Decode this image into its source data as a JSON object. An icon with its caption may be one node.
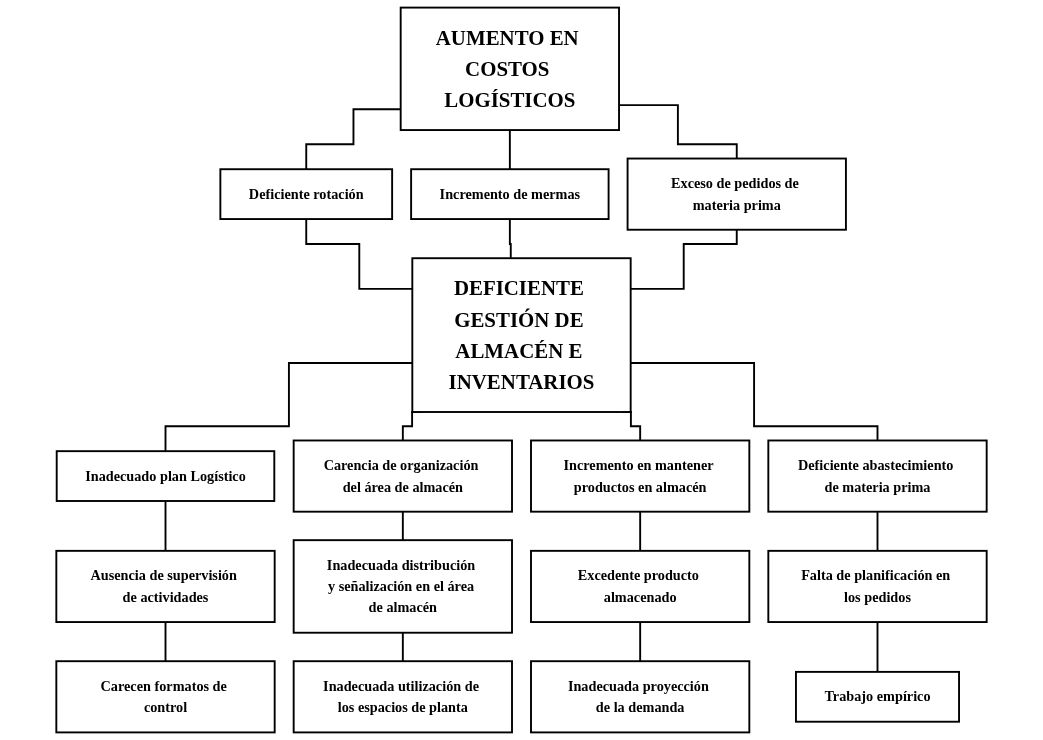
{
  "diagram": {
    "nodes": [
      {
        "text": [
          "AUMENTO EN COSTOS LOGÍSTICOS"
        ]
      },
      {
        "text": [
          "Deficiente rotación"
        ]
      },
      {
        "text": [
          "Incremento de mermas"
        ]
      },
      {
        "text": [
          "Exceso de pedidos de materia prima"
        ]
      },
      {
        "text": [
          "DEFICIENTE GESTIÓN DE ALMACÉN E INVENTARIOS"
        ]
      },
      {
        "text": [
          "Inadecuado plan Logístico"
        ]
      },
      {
        "text": [
          "Carencia de organización del área de almacén"
        ]
      },
      {
        "text": [
          "Incremento en mantener productos en almacén"
        ]
      },
      {
        "text": [
          "Deficiente abastecimiento de materia prima"
        ]
      },
      {
        "text": [
          "Ausencia de supervisión de actividades"
        ]
      },
      {
        "text": [
          "Carecen formatos de control"
        ]
      },
      {
        "text": [
          "Inadecuada distribución y señalización en el área de almacén"
        ]
      },
      {
        "text": [
          "Inadecuada utilización de los espacios de planta"
        ]
      },
      {
        "text": [
          "Excedente producto almacenado"
        ]
      },
      {
        "text": [
          "Inadecuada proyección de la demanda"
        ]
      },
      {
        "text": [
          "Falta de planificación en los pedidos"
        ]
      },
      {
        "text": [
          "Trabajo empírico"
        ]
      }
    ],
    "edges": [
      {
        "from": 0,
        "to": 1,
        "arrow": "none"
      },
      {
        "from": 0,
        "to": 2,
        "arrow": "none"
      },
      {
        "from": 0,
        "to": 3,
        "arrow": "none"
      },
      {
        "from": 1,
        "to": 4,
        "arrow": "none"
      },
      {
        "from": 2,
        "to": 4,
        "arrow": "none"
      },
      {
        "from": 3,
        "to": 4,
        "arrow": "none"
      },
      {
        "from": 4,
        "to": 5,
        "arrow": "none"
      },
      {
        "from": 4,
        "to": 6,
        "arrow": "none"
      },
      {
        "from": 4,
        "to": 7,
        "arrow": "none"
      },
      {
        "from": 4,
        "to": 8,
        "arrow": "none"
      },
      {
        "from": 5,
        "to": 9,
        "arrow": "none"
      },
      {
        "from": 9,
        "to": 10,
        "arrow": "none"
      },
      {
        "from": 6,
        "to": 11,
        "arrow": "none"
      },
      {
        "from": 11,
        "to": 12,
        "arrow": "none"
      },
      {
        "from": 7,
        "to": 13,
        "arrow": "none"
      },
      {
        "from": 13,
        "to": 14,
        "arrow": "none"
      },
      {
        "from": 8,
        "to": 15,
        "arrow": "none"
      },
      {
        "from": 15,
        "to": 16,
        "arrow": "none"
      }
    ]
  }
}
